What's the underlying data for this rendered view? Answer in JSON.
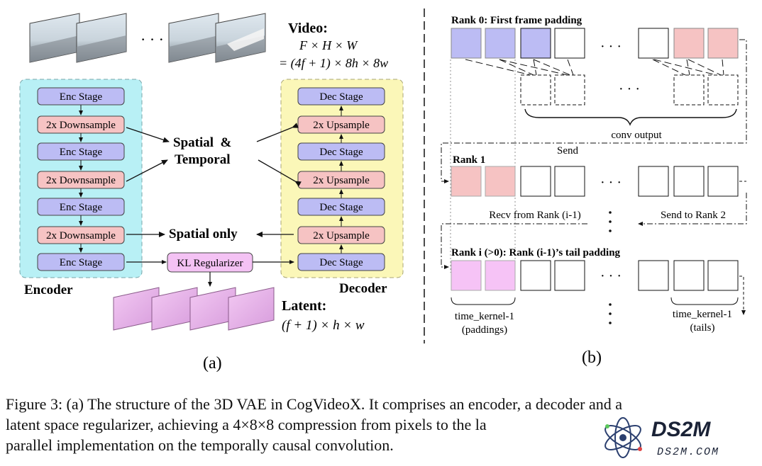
{
  "panel_a": {
    "label": "(a)",
    "video_title": "Video:",
    "video_dims_line1": "F × H × W",
    "video_dims_line2": "= (4f + 1) × 8h × 8w",
    "ellipsis": "· · ·",
    "encoder_label": "Encoder",
    "decoder_label": "Decoder",
    "encoder_blocks": [
      "Enc Stage",
      "2x Downsample",
      "Enc Stage",
      "2x Downsample",
      "Enc Stage",
      "2x Downsample",
      "Enc Stage"
    ],
    "decoder_blocks": [
      "Dec Stage",
      "2x Upsample",
      "Dec Stage",
      "2x Upsample",
      "Dec Stage",
      "2x Upsample",
      "Dec Stage"
    ],
    "spatial_temporal_line1": "Spatial  &",
    "spatial_temporal_line2": "Temporal",
    "spatial_only": "Spatial only",
    "kl_regularizer": "KL Regularizer",
    "latent_title": "Latent:",
    "latent_dims": "(f + 1) × h × w",
    "colors": {
      "encoder_bg": "#b8f0f5",
      "decoder_bg": "#fbf7b8",
      "stage_fill": "#bcbcf4",
      "sample_fill": "#f6c3c3",
      "kl_fill": "#f4c2f4"
    }
  },
  "panel_b": {
    "label": "(b)",
    "rank0_title": "Rank 0: First frame padding",
    "conv_output": "conv output",
    "send": "Send",
    "rank1_title": "Rank 1",
    "recv_from": "Recv from Rank (i-1)",
    "send_to": "Send to Rank 2",
    "ranki_title": "Rank i (>0): Rank (i-1)’s tail padding",
    "time_kernel_left_line1": "time_kernel-1",
    "time_kernel_left_line2": "(paddings)",
    "time_kernel_right_line1": "time_kernel-1",
    "time_kernel_right_line2": "(tails)",
    "ellipsis": "· · ·",
    "colors": {
      "blue_pad": "#bcbcf4",
      "red_tail": "#f6c3c3",
      "pink_pad": "#f6c3f6"
    }
  },
  "caption": {
    "line1": "Figure 3: (a) The structure of the 3D VAE in CogVideoX. It comprises an encoder, a decoder and a",
    "line2": "latent space regularizer, achieving a 4×8×8 compression from pixels to the la",
    "line3": "parallel implementation on the temporally causal convolution."
  },
  "watermark": {
    "brand": "DS2M",
    "url": "DS2M.COM"
  }
}
